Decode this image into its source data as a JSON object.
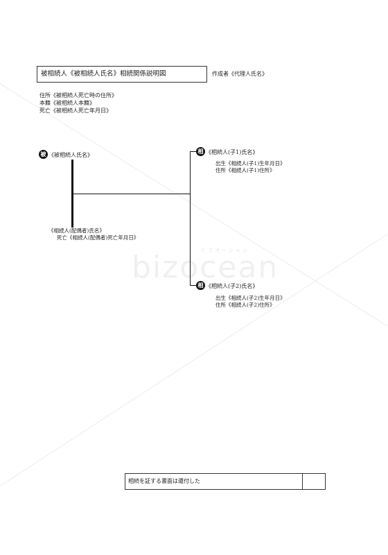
{
  "header": {
    "title": "被相続人《被相続人氏名》相続関係説明図",
    "creator": "作成者《代理人氏名》"
  },
  "decedent_info": {
    "address": "住所《被相続人死亡時の住所》",
    "domicile": "本籍《被相続人本籍》",
    "death": "死亡《被相続人死亡年月日》"
  },
  "decedent": {
    "seal": "被",
    "name": "《被相続人氏名》"
  },
  "spouse": {
    "name": "《相続人(配偶者)氏名》",
    "death": "死亡《相続人(配偶者)死亡年月日》"
  },
  "child1": {
    "seal": "相",
    "name": "《相続人(子1)氏名》",
    "birth": "出生《相続人(子1)生年月日》",
    "address": "住所《相続人(子1)住所》"
  },
  "child2": {
    "seal": "相",
    "name": "《相続人(子2)氏名》",
    "birth": "出生《相続人(子2)生年月日》",
    "address": "住所《相続人(子2)住所》"
  },
  "watermark": {
    "text": "bizocean",
    "sub": "ビズオーシャン"
  },
  "footer": {
    "text": "相続を証する書面は還付した",
    "stamp": ""
  }
}
